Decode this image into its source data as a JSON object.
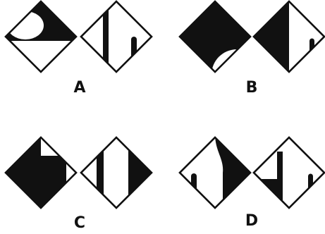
{
  "colors": {
    "ink": "#111111",
    "paper": "#ffffff"
  },
  "options": [
    {
      "label": "A"
    },
    {
      "label": "B"
    },
    {
      "label": "C"
    },
    {
      "label": "D"
    }
  ]
}
